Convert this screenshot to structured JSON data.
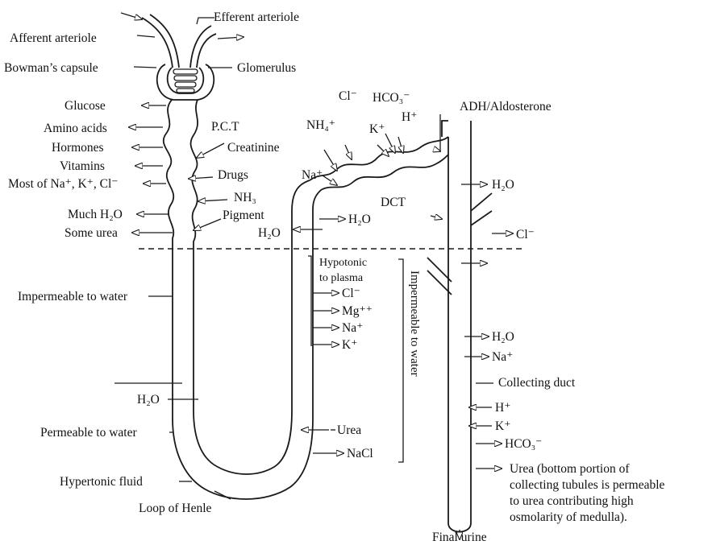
{
  "labels": {
    "afferent_arteriole": "Afferent arteriole",
    "efferent_arteriole": "Efferent arteriole",
    "bowmans_capsule": "Bowman’s capsule",
    "glomerulus": "Glomerulus",
    "glucose": "Glucose",
    "amino_acids": "Amino acids",
    "hormones": "Hormones",
    "vitamins": "Vitamins",
    "most_of_na": "Most of Na⁺, K⁺, Cl⁻",
    "much_h2o": "Much H₂O",
    "some_urea": "Some urea",
    "pct": "P.C.T",
    "creatinine": "Creatinine",
    "drugs": "Drugs",
    "nh3": "NH₃",
    "pigment": "Pigment",
    "h2o_dct_out": "H₂O",
    "h2o_dct_in": "H₂O",
    "nh4": "NH₄⁺",
    "cl_top": "Cl⁻",
    "hco3_top": "HCO₃⁻",
    "k_top": "K⁺",
    "h_top": "H⁺",
    "na_top": "Na⁺",
    "adh": "ADH/Aldosterone",
    "dct": "DCT",
    "h2o_cd_top": "H₂O",
    "cl_cd": "Cl⁻",
    "impermeable_to_water": "Impermeable to water",
    "hypotonic_1": "Hypotonic",
    "hypotonic_2": "to plasma",
    "cl_asc": "Cl⁻",
    "mg": "Mg⁺⁺",
    "na_asc": "Na⁺",
    "k_asc": "K⁺",
    "impermeable_vertical": "Impermeable to water",
    "h2o_cd": "H₂O",
    "na_cd": "Na⁺",
    "collecting_duct": "Collecting duct",
    "h_cd": "H⁺",
    "k_cd": "K⁺",
    "hco3_cd": "HCO₃⁻",
    "urea_note_1": "Urea (bottom portion of",
    "urea_note_2": "collecting tubules is permeable",
    "urea_note_3": "to urea contributing high",
    "urea_note_4": "osmolarity of medulla).",
    "final_urine": "Final urine",
    "h2o_desc": "H₂O",
    "permeable_to_water": "Permeable to water",
    "urea_asc": "Urea",
    "nacl": "NaCl",
    "hypertonic_fluid": "Hypertonic fluid",
    "loop_of_henle": "Loop of Henle"
  }
}
